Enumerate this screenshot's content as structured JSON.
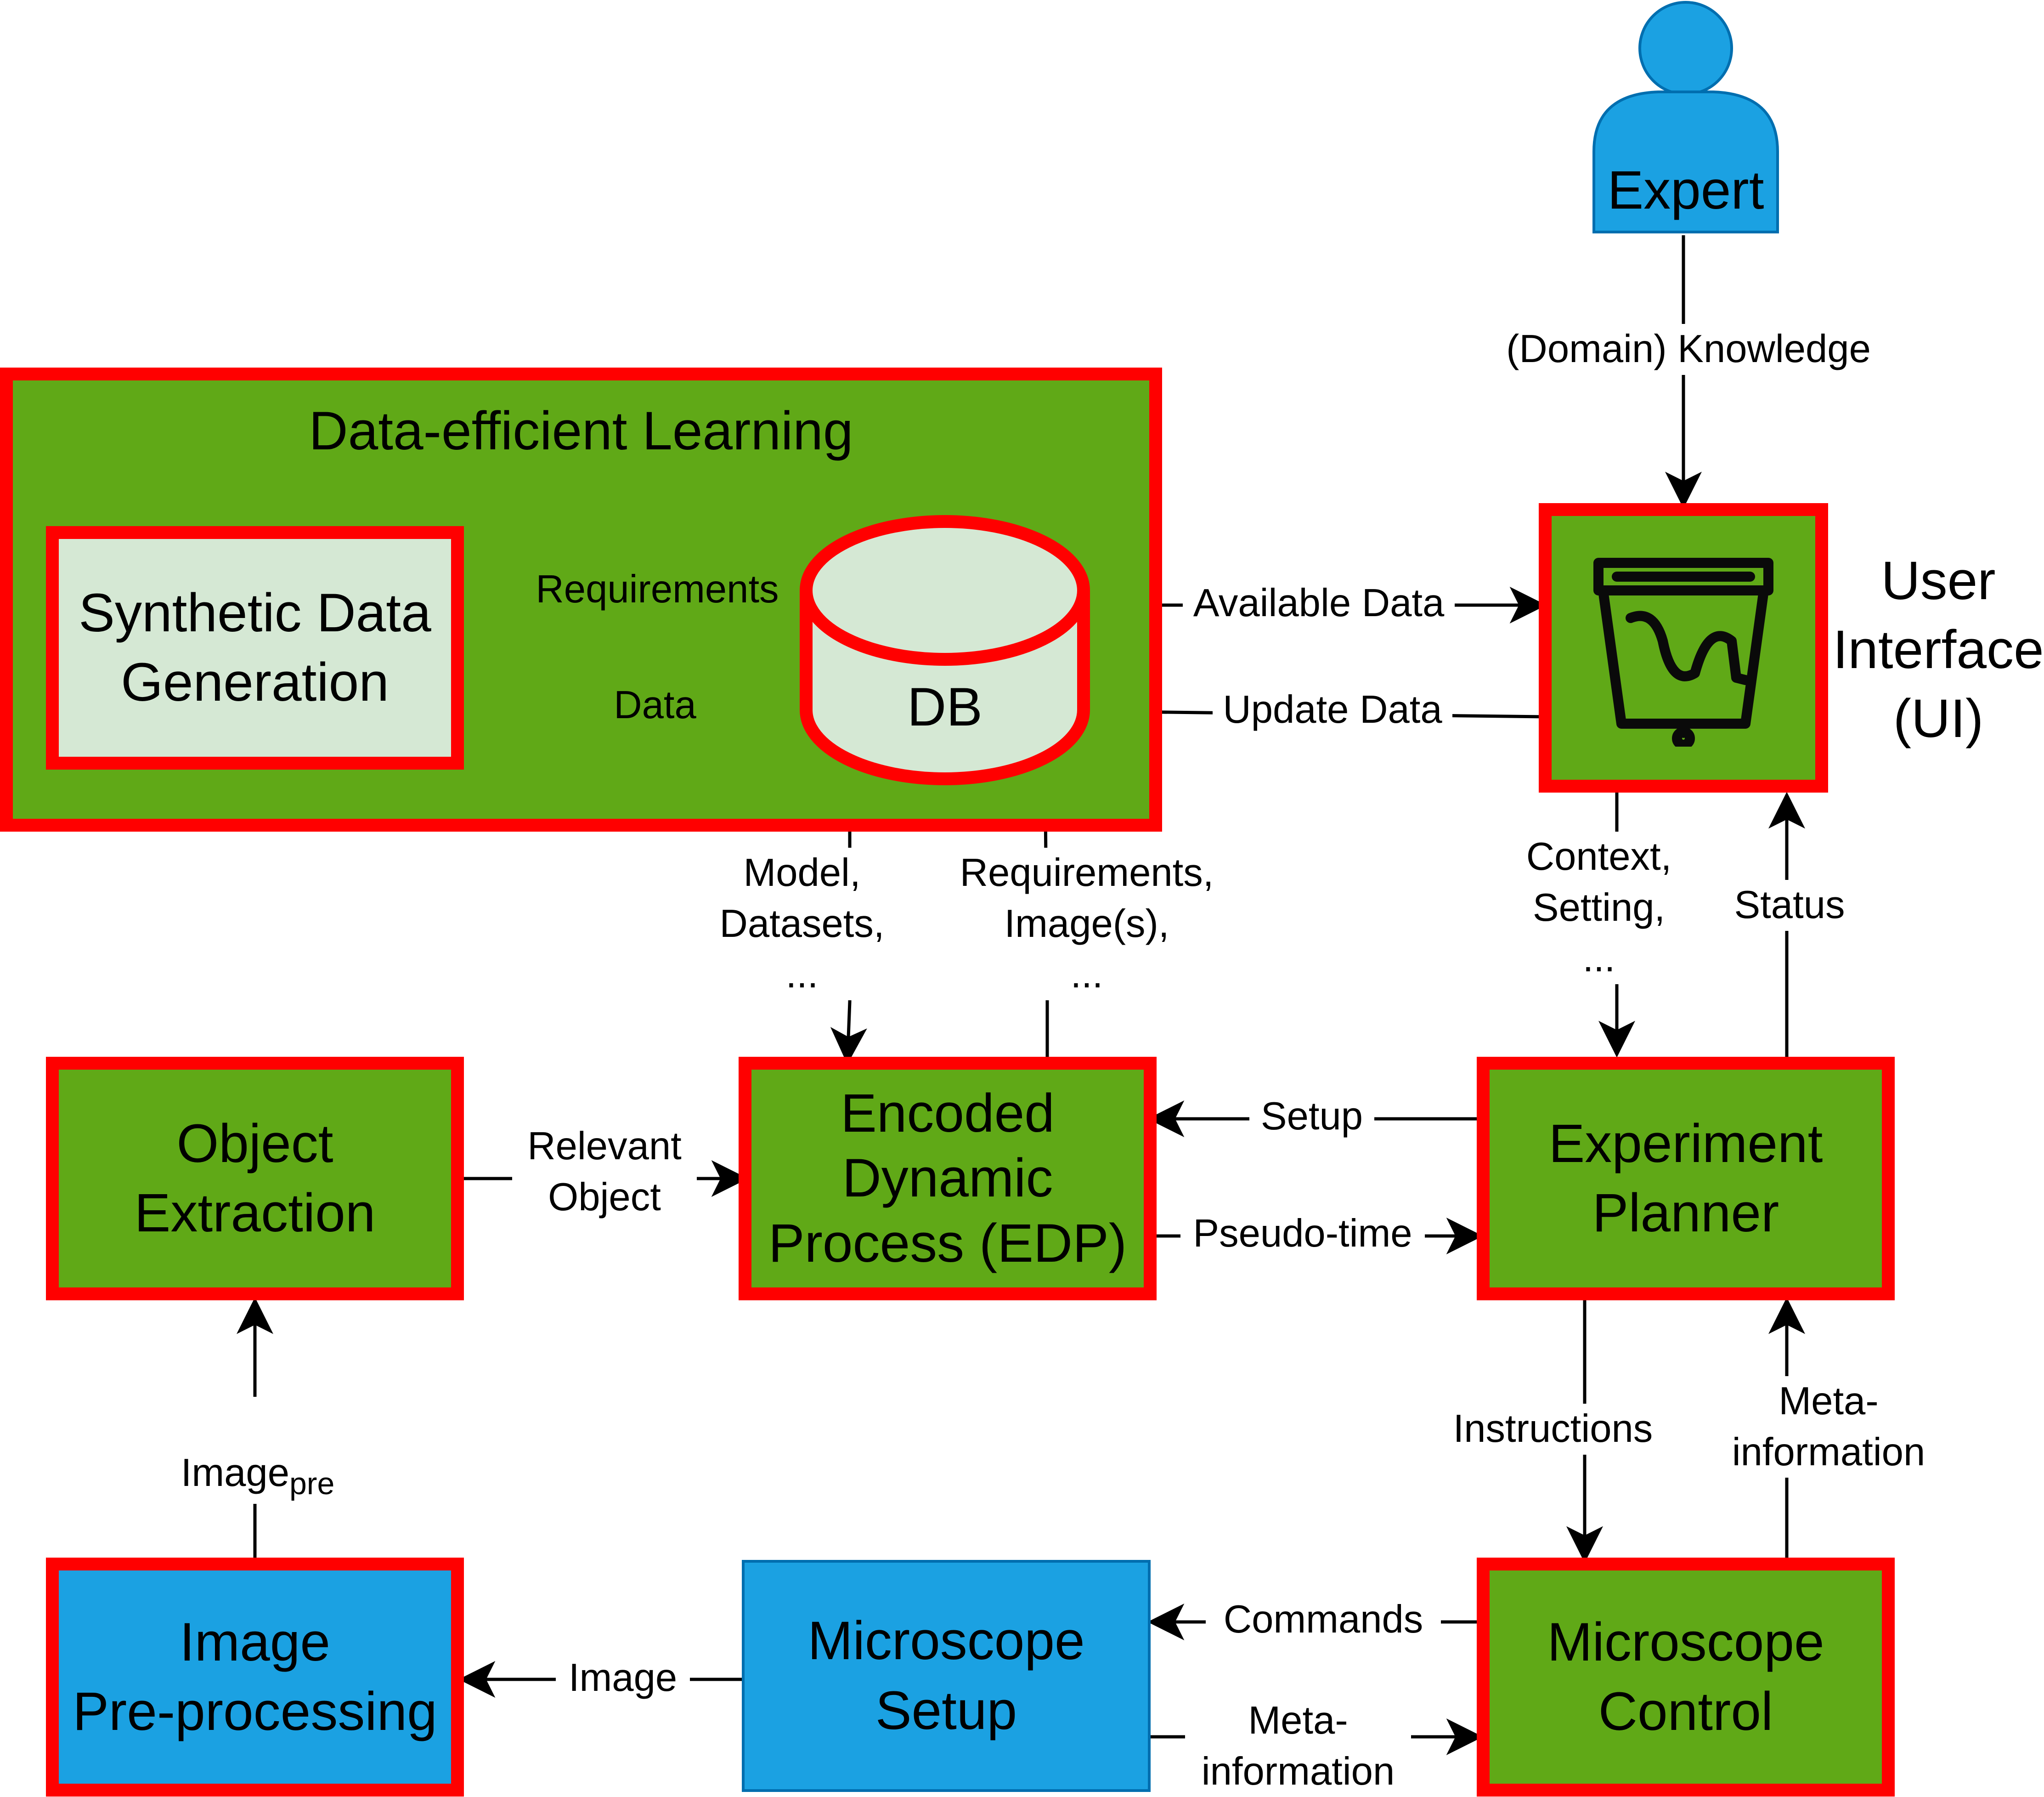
{
  "expert": {
    "label": "Expert"
  },
  "ui": {
    "label": "User\nInterface\n(UI)"
  },
  "data_efficient": {
    "title": "Data-efficient Learning"
  },
  "synthetic": {
    "label": "Synthetic Data\nGeneration"
  },
  "db": {
    "label": "DB"
  },
  "object_extraction": {
    "label": "Object\nExtraction"
  },
  "edp": {
    "label": "Encoded\nDynamic\nProcess (EDP)"
  },
  "planner": {
    "label": "Experiment\nPlanner"
  },
  "preprocessing": {
    "label": "Image\nPre-processing"
  },
  "microscope_setup": {
    "label": "Microscope\nSetup"
  },
  "microscope_control": {
    "label": "Microscope\nControl"
  },
  "edges": {
    "domain_knowledge": "(Domain) Knowledge",
    "requirements": "Requirements",
    "data": "Data",
    "available_data": "Available Data",
    "update_data": "Update Data",
    "model_datasets": "Model,\nDatasets,\n...",
    "requirements_images": "Requirements,\nImage(s),\n...",
    "context_setting": "Context,\nSetting,\n...",
    "status": "Status",
    "relevant_object": "Relevant\nObject",
    "setup": "Setup",
    "pseudo_time": "Pseudo-time",
    "instructions": "Instructions",
    "meta_information_up": "Meta-\ninformation",
    "image_pre_main": "Image",
    "image_pre_sub": "pre",
    "commands": "Commands",
    "image": "Image",
    "meta_information_right": "Meta-\ninformation"
  },
  "colors": {
    "border_red": "#ff0000",
    "green": "#60a917",
    "blue": "#1ba1e2",
    "pale_green": "#d5e8d4"
  }
}
